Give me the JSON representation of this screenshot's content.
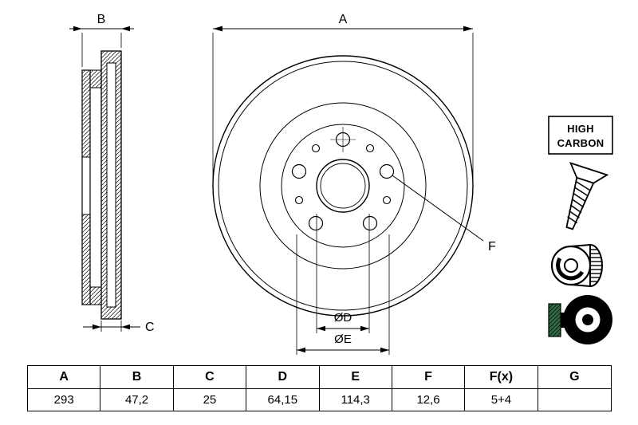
{
  "drawing": {
    "labels": {
      "A": "A",
      "B": "B",
      "C": "C",
      "dia_d": "ØD",
      "dia_e": "ØE",
      "F": "F"
    },
    "badge": {
      "line1": "HIGH",
      "line2": "CARBON"
    },
    "colors": {
      "line": "#000000",
      "coating_green": "#2e6b44"
    },
    "icon_names": [
      "high-carbon-badge",
      "countersunk-screw-icon",
      "vented-disc-icon",
      "coated-disc-icon"
    ]
  },
  "table": {
    "headers": [
      "A",
      "B",
      "C",
      "D",
      "E",
      "F",
      "F(x)",
      "G"
    ],
    "values": [
      "293",
      "47,2",
      "25",
      "64,15",
      "114,3",
      "12,6",
      "5+4",
      ""
    ]
  }
}
